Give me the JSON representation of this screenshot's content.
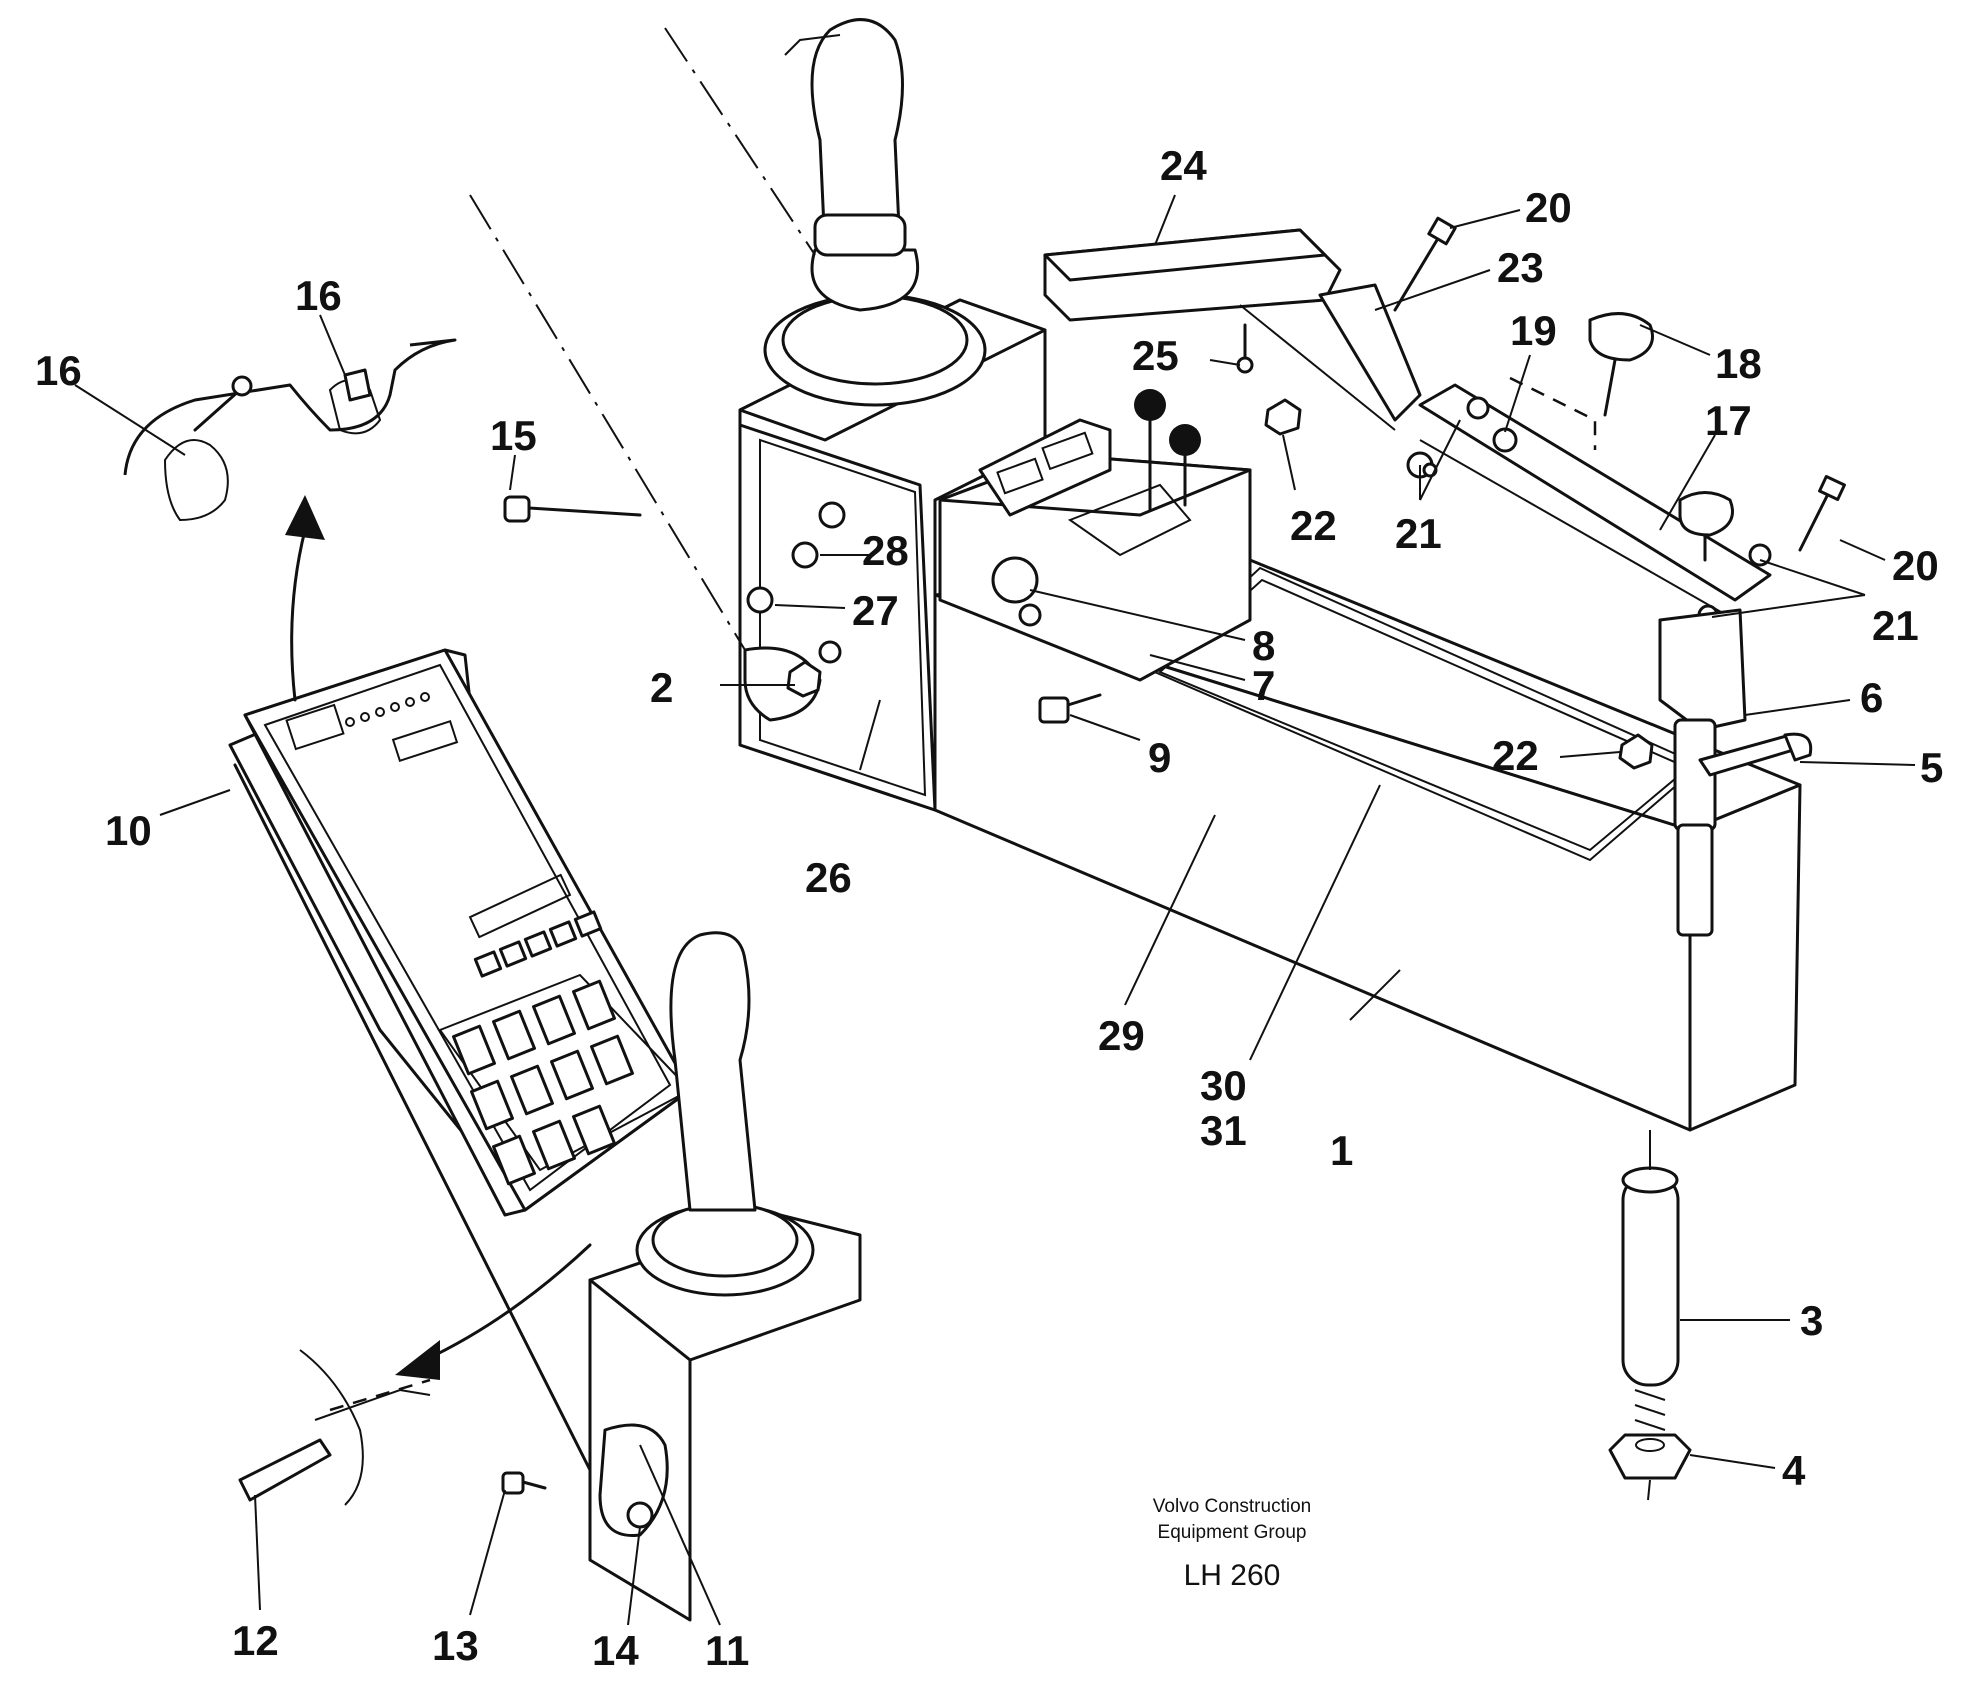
{
  "callouts": {
    "c1": "1",
    "c2": "2",
    "c3": "3",
    "c4": "4",
    "c5": "5",
    "c6": "6",
    "c7": "7",
    "c8": "8",
    "c9": "9",
    "c10": "10",
    "c11": "11",
    "c12": "12",
    "c13": "13",
    "c14": "14",
    "c15": "15",
    "c16a": "16",
    "c16b": "16",
    "c17": "17",
    "c18": "18",
    "c19": "19",
    "c20a": "20",
    "c20b": "20",
    "c21a": "21",
    "c21b": "21",
    "c22a": "22",
    "c22b": "22",
    "c23": "23",
    "c24": "24",
    "c25": "25",
    "c26": "26",
    "c27": "27",
    "c28": "28",
    "c29": "29",
    "c30": "30",
    "c31": "31"
  },
  "caption": {
    "line1": "Volvo Construction",
    "line2": "Equipment Group",
    "model": "LH 260"
  }
}
